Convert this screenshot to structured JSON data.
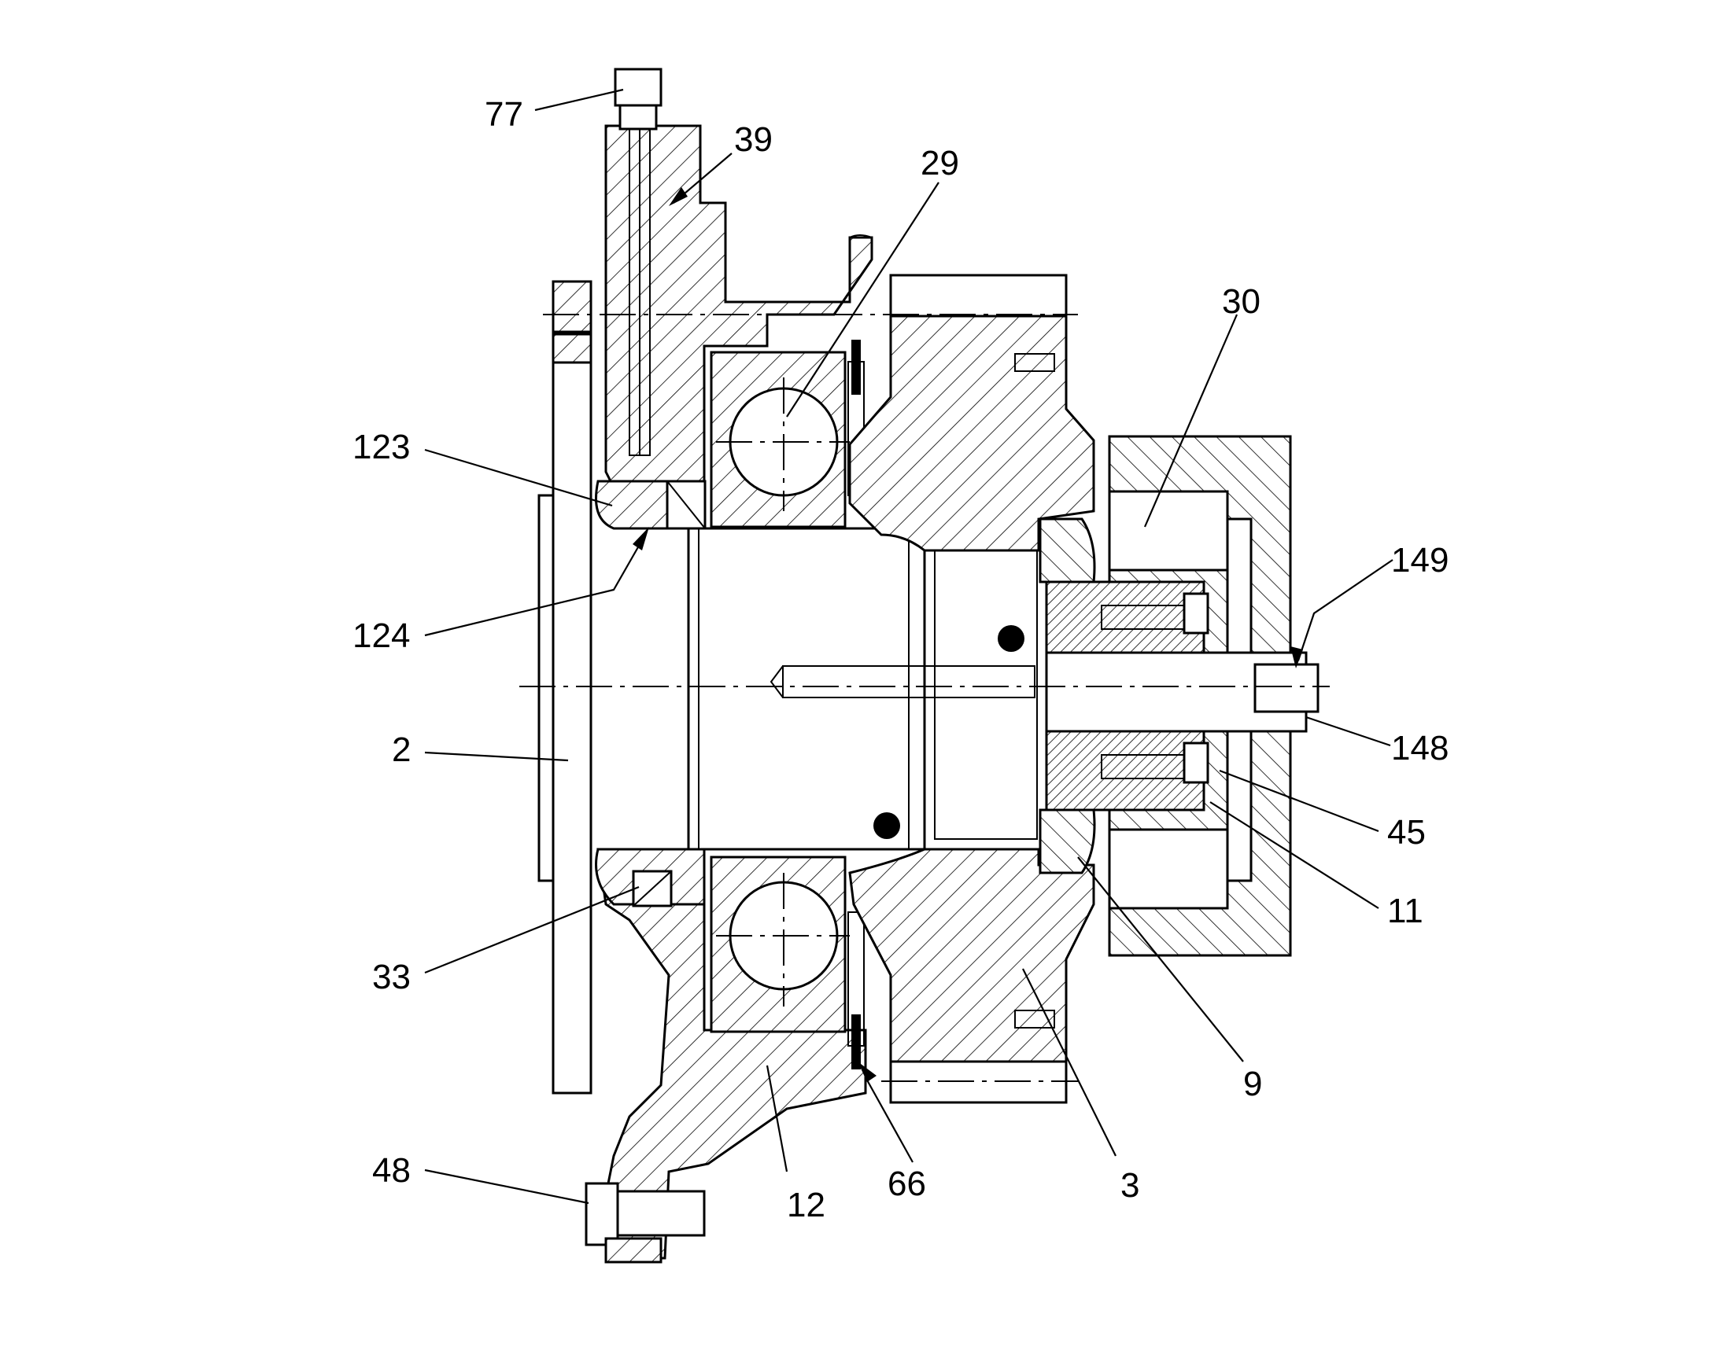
{
  "figure": {
    "reference_numerals": [
      {
        "id": "r77",
        "label": "77"
      },
      {
        "id": "r39",
        "label": "39"
      },
      {
        "id": "r29",
        "label": "29"
      },
      {
        "id": "r30",
        "label": "30"
      },
      {
        "id": "r123",
        "label": "123"
      },
      {
        "id": "r124",
        "label": "124"
      },
      {
        "id": "r149",
        "label": "149"
      },
      {
        "id": "r2",
        "label": "2"
      },
      {
        "id": "r148",
        "label": "148"
      },
      {
        "id": "r45",
        "label": "45"
      },
      {
        "id": "r11",
        "label": "11"
      },
      {
        "id": "r33",
        "label": "33"
      },
      {
        "id": "r9",
        "label": "9"
      },
      {
        "id": "r48",
        "label": "48"
      },
      {
        "id": "r12",
        "label": "12"
      },
      {
        "id": "r66",
        "label": "66"
      },
      {
        "id": "r3",
        "label": "3"
      }
    ]
  },
  "colors": {
    "line": "#000000",
    "background": "#ffffff"
  }
}
